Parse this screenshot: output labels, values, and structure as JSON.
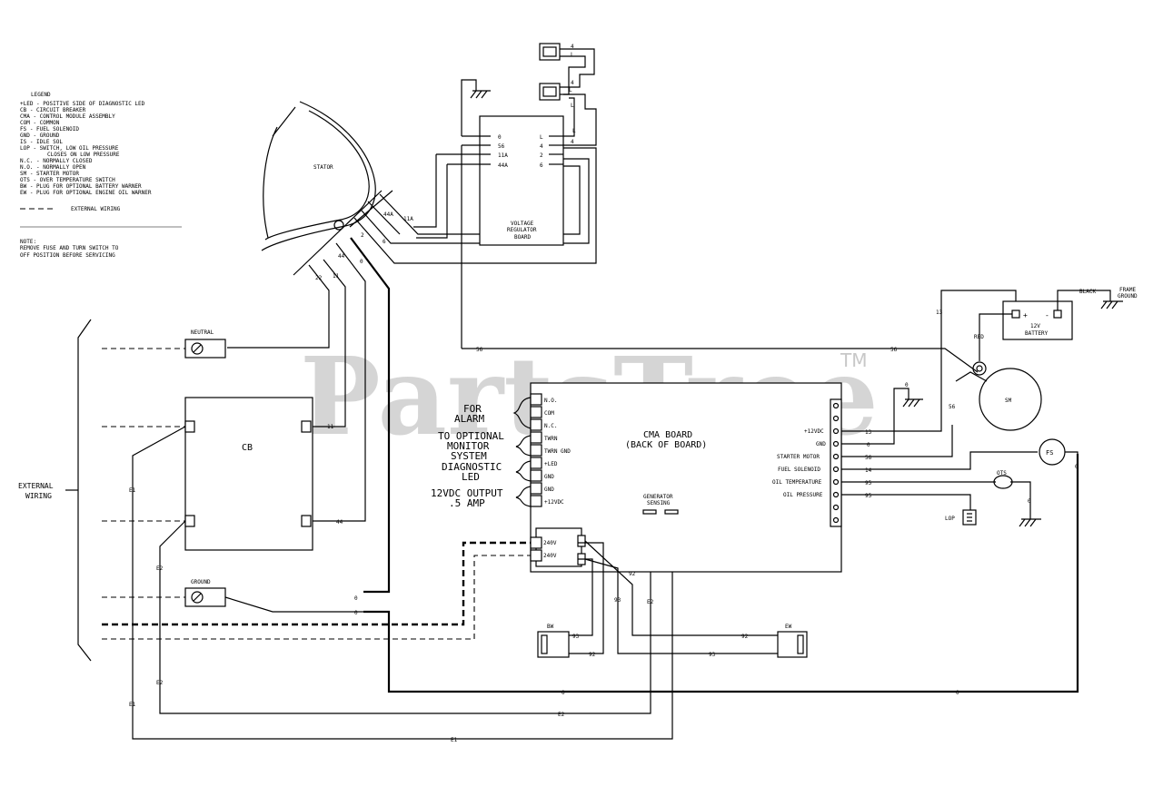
{
  "legend": {
    "title": "LEGEND",
    "items": [
      "+LED - POSITIVE SIDE OF DIAGNOSTIC LED",
      "CB - CIRCUIT BREAKER",
      "CMA - CONTROL MODULE ASSEMBLY",
      "COM - COMMON",
      "FS - FUEL SOLENOID",
      "GND - GROUND",
      "IS - IDLE SOL",
      "LOP - SWITCH, LOW OIL PRESSURE",
      "CLOSES ON LOW PRESSURE",
      "N.C. - NORMALLY CLOSED",
      "N.O. - NORMALLY OPEN",
      "SM - STARTER MOTOR",
      "OTS - OVER TEMPERATURE SWITCH",
      "BW - PLUG FOR OPTIONAL BATTERY WARNER",
      "EW - PLUG FOR OPTIONAL ENGINE OIL WARNER"
    ],
    "external_wiring": "EXTERNAL WIRING"
  },
  "note": {
    "title": "NOTE:",
    "line1": "REMOVE FUSE AND TURN SWITCH TO",
    "line2": "OFF POSITION BEFORE SERVICING"
  },
  "stator": "STATOR",
  "vr_board": {
    "line1": "VOLTAGE",
    "line2": "REGULATOR",
    "line3": "BOARD",
    "left_pins": [
      "0",
      "56",
      "11A",
      "44A"
    ],
    "right_pins": [
      "L",
      "4",
      "2",
      "6"
    ]
  },
  "connectors": [
    "4",
    "L",
    "4",
    "L",
    "4",
    "L",
    "L"
  ],
  "neutral": "NEUTRAL",
  "ground_label": "GROUND",
  "cb": "CB",
  "external_wiring_side": [
    "EXTERNAL",
    "WIRING"
  ],
  "cma_board": {
    "line1": "CMA BOARD",
    "line2": "(BACK OF BOARD)",
    "left_terminals": [
      "N.O.",
      "COM",
      "N.C.",
      "TWRN",
      "TWRN GND",
      "+LED",
      "GND",
      "GND",
      "+12VDC"
    ],
    "right_terminals": [
      "+12VDC",
      "GND",
      "STARTER MOTOR",
      "FUEL SOLENOID",
      "OIL TEMPERATURE",
      "OIL PRESSURE"
    ],
    "v240_a": "240V",
    "v240_b": "240V"
  },
  "left_labels": {
    "alarm1": "FOR",
    "alarm2": "ALARM",
    "monitor1": "TO OPTIONAL",
    "monitor2": "MONITOR",
    "monitor3": "SYSTEM",
    "diag1": "DIAGNOSTIC",
    "diag2": "LED",
    "out1": "12VDC OUTPUT",
    "out2": ".5 AMP"
  },
  "generator_sensing": [
    "GENERATOR",
    "SENSING"
  ],
  "battery": {
    "line1": "12V",
    "line2": "BATTERY",
    "plus": "+",
    "minus": "-"
  },
  "black": "BLACK",
  "frame_ground": [
    "FRAME",
    "GROUND"
  ],
  "red": "RED",
  "sm": "SM",
  "fs": "FS",
  "ots": "OTS",
  "lop": "LOP",
  "bw": "BW",
  "ew": "EW",
  "wire_labels": {
    "w11a": "11A",
    "w44a": "44A",
    "w2": "2",
    "w6": "6",
    "w44": "44",
    "w0": "0",
    "w22": "22",
    "w11": "11",
    "w56": "56",
    "w13": "13",
    "e1": "E1",
    "e2": "E2",
    "w93": "93",
    "w92": "92",
    "w95": "95",
    "w14": "14"
  },
  "watermark": "PartsTree",
  "trademark": "TM"
}
